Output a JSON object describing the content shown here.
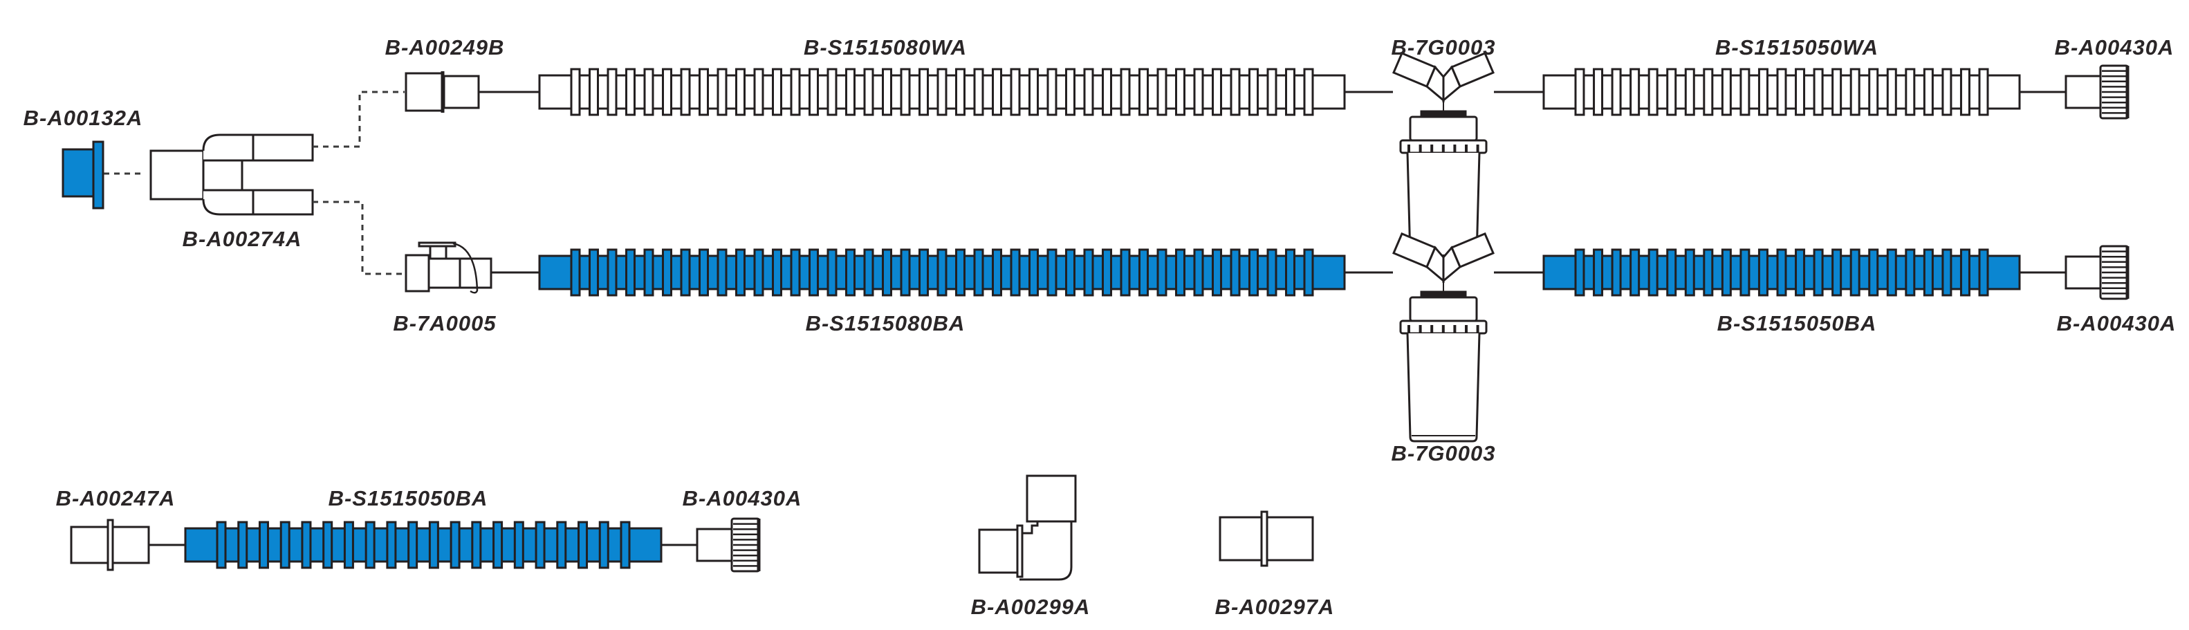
{
  "diagram": {
    "title": "Breathing circuit assembly parts",
    "colors": {
      "blue": "#0b86d1",
      "outline": "#231f20",
      "tube_white": "#ffffff",
      "dotted": "#3a3a3a"
    },
    "labels": {
      "catheter_mount_cap": "B-A00132A",
      "y_piece": "B-A00274A",
      "top_adapter": "B-A00249B",
      "valve_adapter": "B-7A0005",
      "top_long_tube": "B-S1515080WA",
      "bottom_long_tube": "B-S1515080BA",
      "top_water_trap": "B-7G0003",
      "bottom_water_trap": "B-7G0003",
      "top_short_tube": "B-S1515050WA",
      "bottom_short_tube": "B-S1515050BA",
      "top_end_connector": "B-A00430A",
      "bottom_end_connector": "B-A00430A",
      "loose_adapter": "B-A00247A",
      "loose_tube": "B-S1515050BA",
      "loose_end_connector": "B-A00430A",
      "elbow_connector": "B-A00299A",
      "straight_connector": "B-A00297A"
    },
    "parts": {
      "top_long_tube": {
        "color": "white",
        "ribs": 41
      },
      "bottom_long_tube": {
        "color": "blue",
        "ribs": 41
      },
      "top_short_tube": {
        "color": "white",
        "ribs": 23
      },
      "bottom_short_tube": {
        "color": "blue",
        "ribs": 23
      },
      "loose_tube": {
        "color": "blue",
        "ribs": 20
      }
    }
  }
}
